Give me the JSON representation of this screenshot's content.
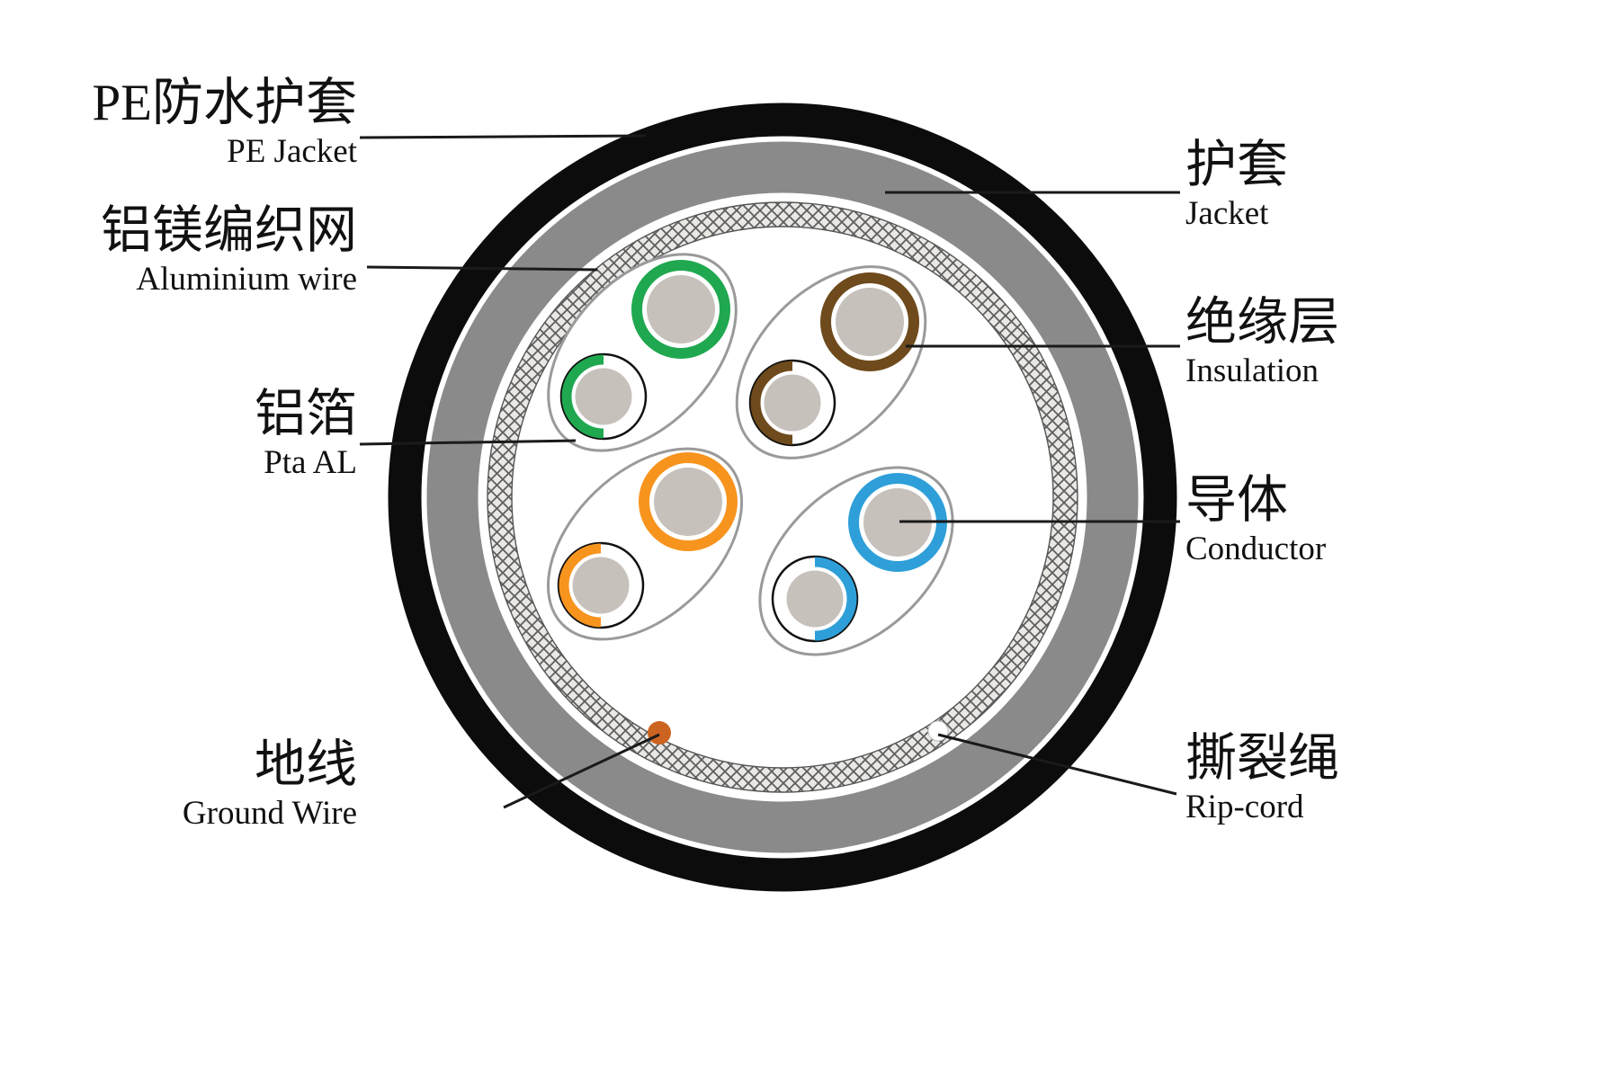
{
  "labels": {
    "pe_jacket": {
      "zh": "PE防水护套",
      "en": "PE Jacket"
    },
    "aluminium_wire": {
      "zh": "铝镁编织网",
      "en": "Aluminium wire"
    },
    "pta_al": {
      "zh": "铝箔",
      "en": "Pta AL"
    },
    "ground_wire": {
      "zh": "地线",
      "en": "Ground Wire"
    },
    "jacket": {
      "zh": "护套",
      "en": "Jacket"
    },
    "insulation": {
      "zh": "绝缘层",
      "en": "Insulation"
    },
    "conductor": {
      "zh": "导体",
      "en": "Conductor"
    },
    "rip_cord": {
      "zh": "撕裂绳",
      "en": "Rip-cord"
    }
  },
  "colors": {
    "jacket_black": "#0c0c0c",
    "jacket_gray": "#8a8a8a",
    "braid_bg": "#eae8e5",
    "braid_line": "#5f5f5f",
    "foil_outline": "#9a9a9a",
    "green": "#1fa84f",
    "brown": "#6e4a1c",
    "orange": "#f7941e",
    "blue": "#2e9fd9",
    "conductor_core": "#c7c1bc",
    "ground_wire": "#cc6320",
    "rip_cord": "#ffffff",
    "leader_line": "#1a1a1a"
  }
}
